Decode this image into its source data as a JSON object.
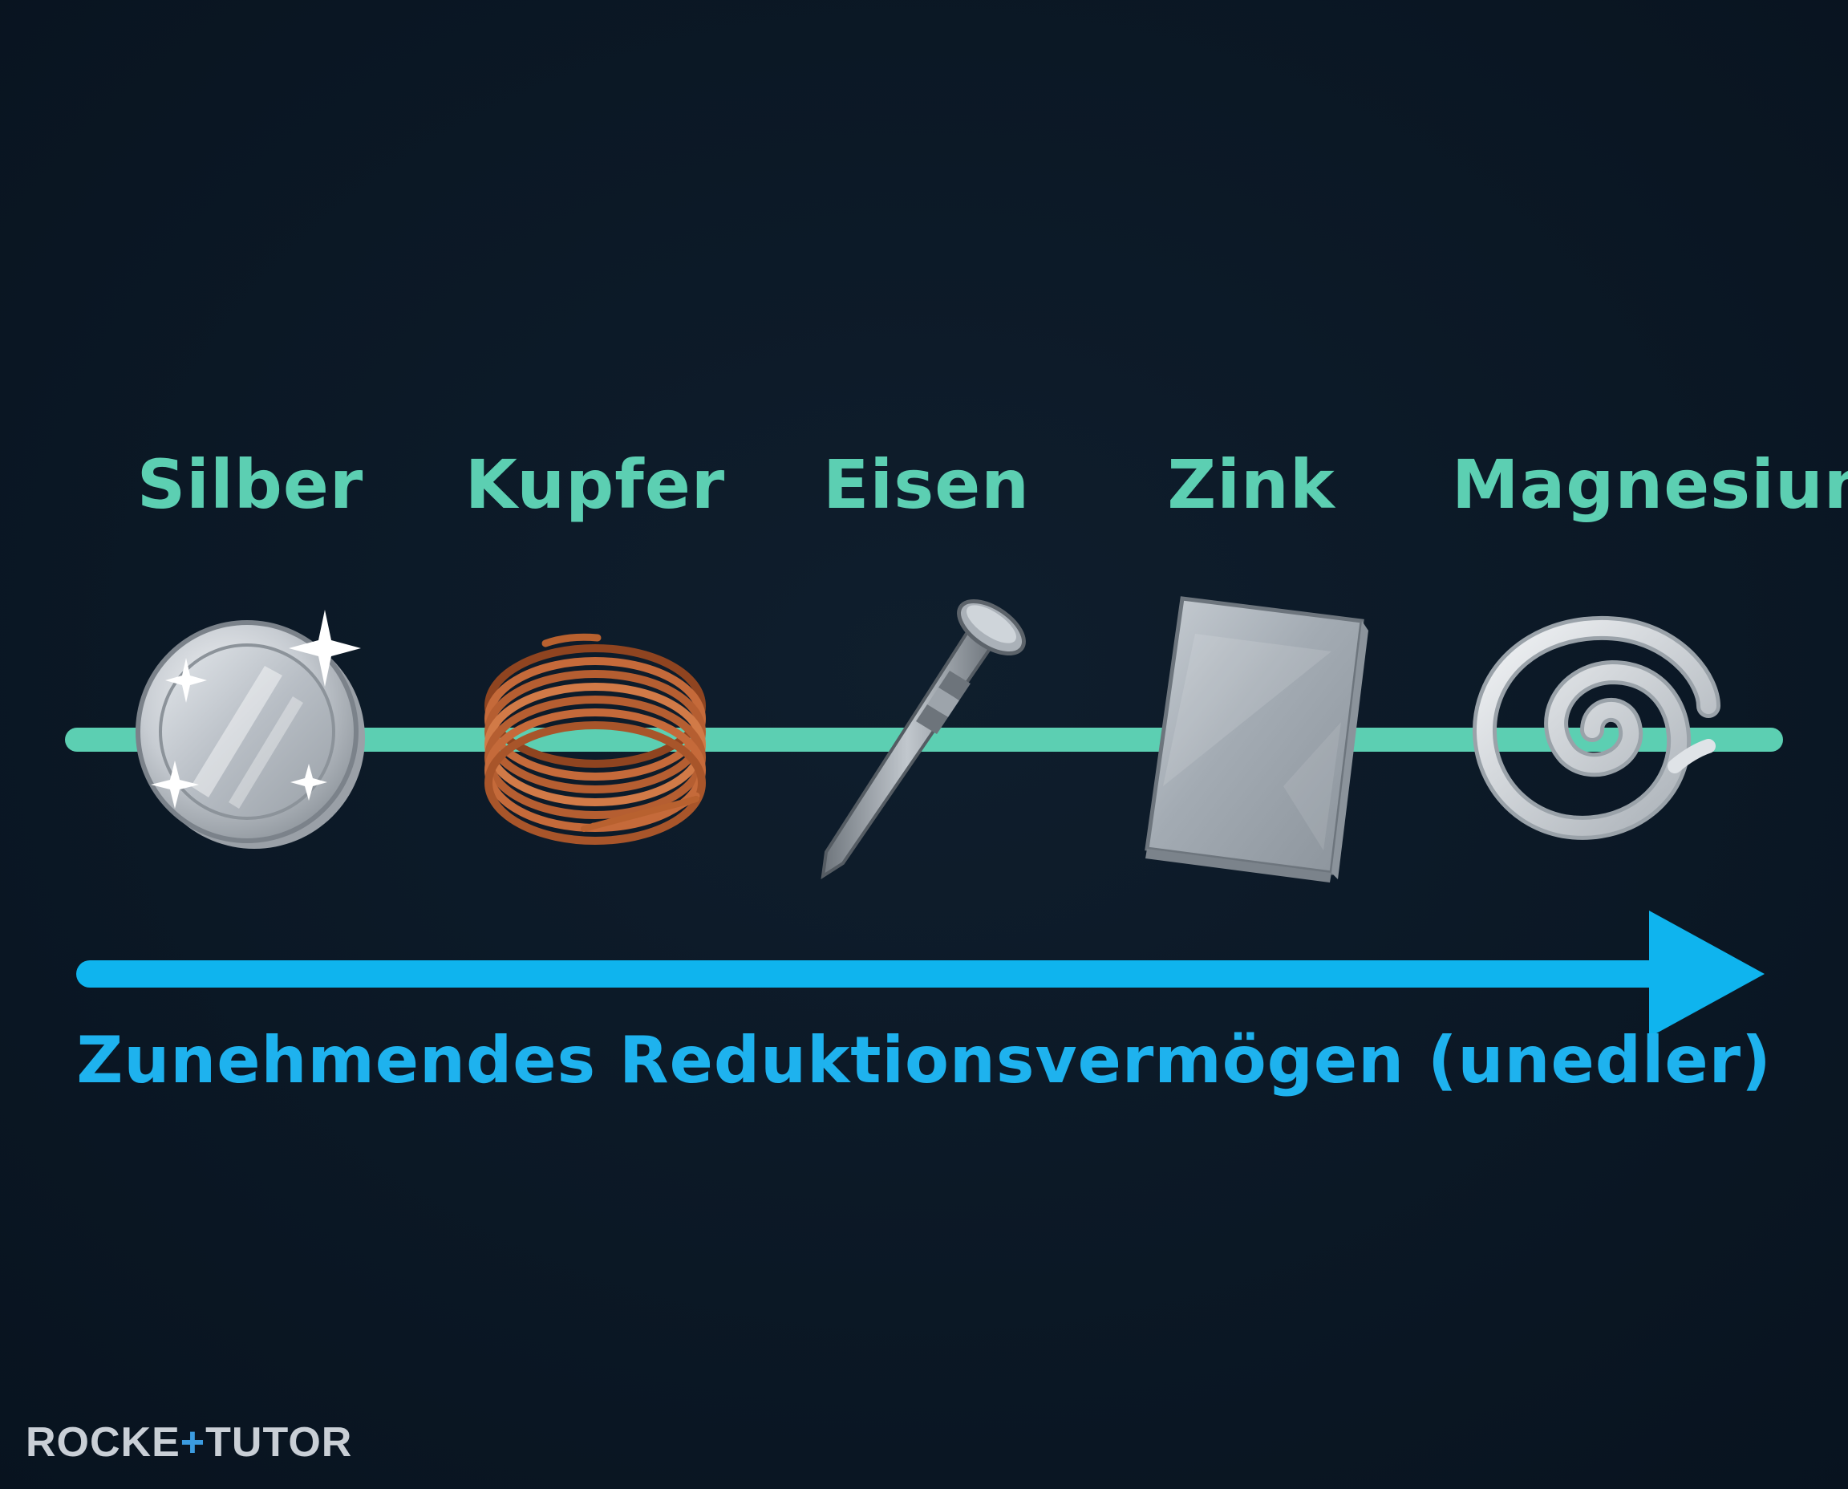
{
  "metals": [
    {
      "name": "Silber",
      "icon": "silver-coin-icon"
    },
    {
      "name": "Kupfer",
      "icon": "copper-coil-icon"
    },
    {
      "name": "Eisen",
      "icon": "iron-nail-icon"
    },
    {
      "name": "Zink",
      "icon": "zinc-plate-icon"
    },
    {
      "name": "Magnesium",
      "icon": "magnesium-ribbon-icon"
    }
  ],
  "arrow_label": "Zunehmendes Reduktionsvermögen (unedler)",
  "logo": {
    "part1": "ROCKE",
    "plus": "+",
    "part2": "TUTOR"
  },
  "colors": {
    "background": "#0c1826",
    "label": "#5ccfb2",
    "series_line": "#5ccfb2",
    "arrow": "#0fb4ee",
    "caption": "#1eb2ee",
    "silver": "#d6dbe0",
    "copper": "#c56a3a",
    "iron": "#8d949b",
    "zinc": "#a9b2ba"
  }
}
